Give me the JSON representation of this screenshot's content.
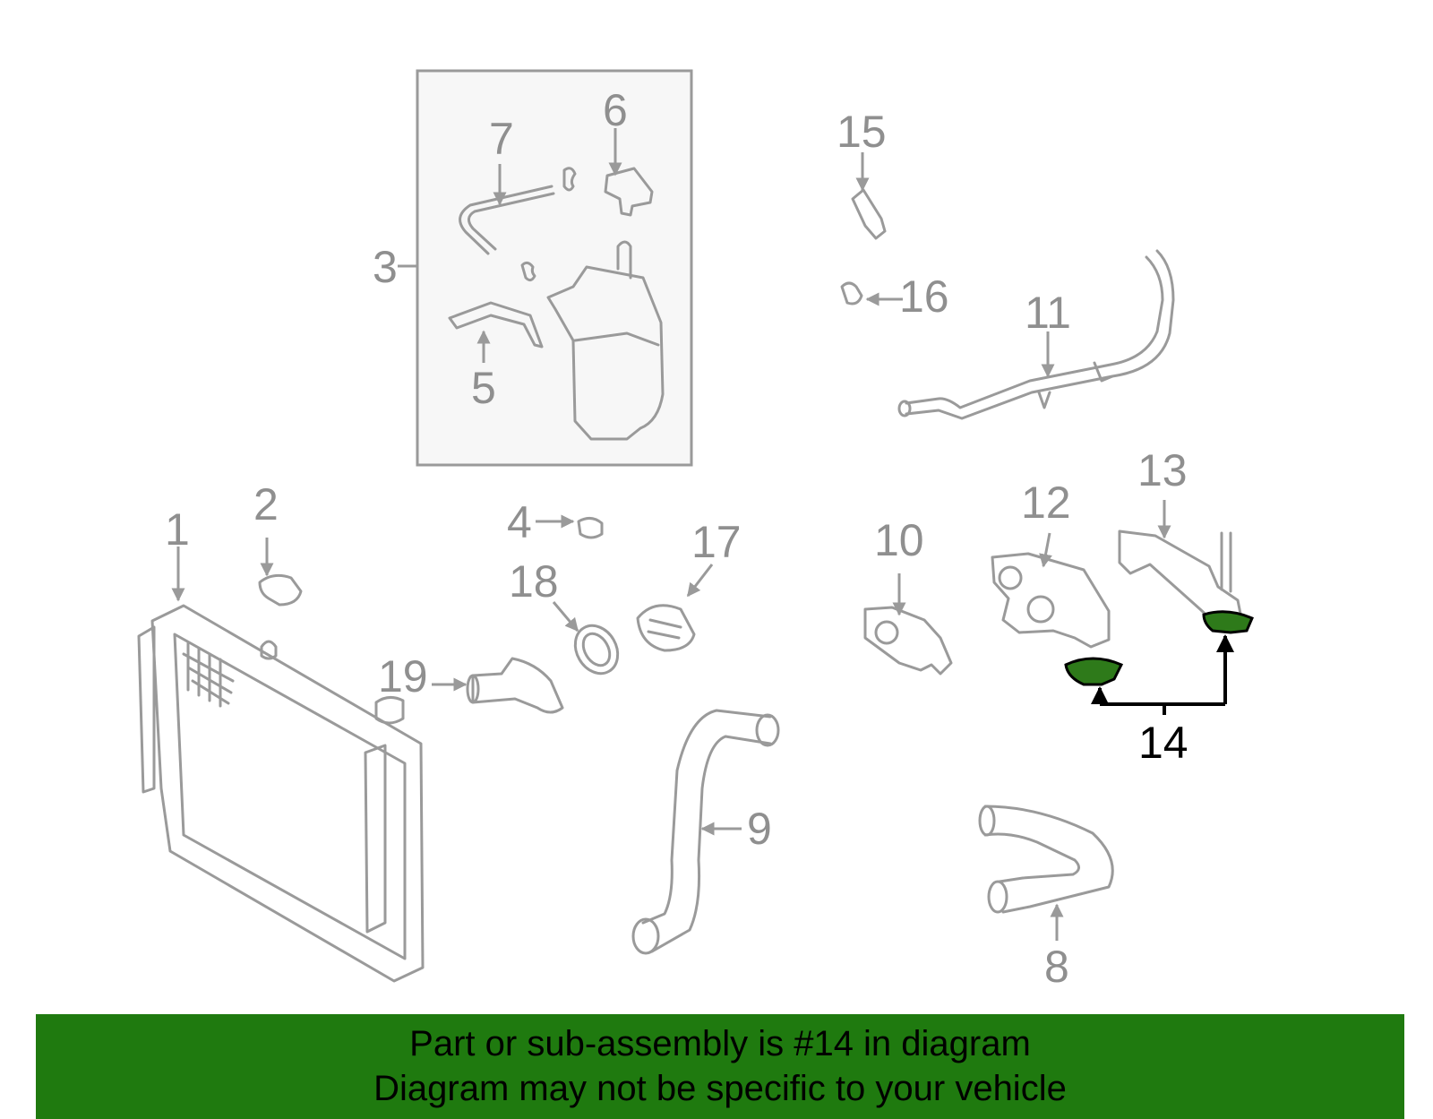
{
  "diagram": {
    "callouts": [
      "1",
      "2",
      "3",
      "4",
      "5",
      "6",
      "7",
      "8",
      "9",
      "10",
      "11",
      "12",
      "13",
      "14",
      "15",
      "16",
      "17",
      "18",
      "19"
    ],
    "highlighted_part": "14",
    "colors": {
      "part_lines": "#9a9a9a",
      "highlight": "#2e7a1a",
      "banner": "#1f7a0f"
    }
  },
  "banner": {
    "line1": "Part or sub-assembly is #14 in diagram",
    "line2": "Diagram may not be specific to your vehicle"
  }
}
